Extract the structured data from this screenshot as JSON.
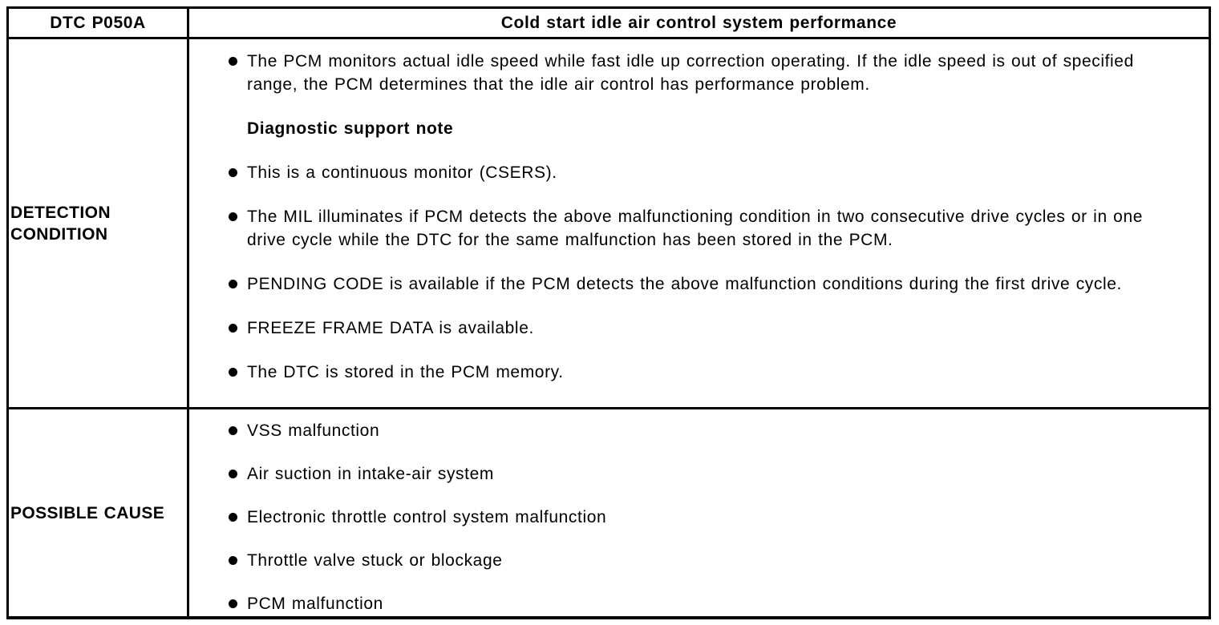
{
  "colors": {
    "ink": "#000000",
    "paper": "#ffffff"
  },
  "header": {
    "dtc_code": "DTC P050A",
    "title": "Cold start idle air control system performance"
  },
  "sections": {
    "detection": {
      "label": "DETECTION CONDITION",
      "items": [
        {
          "type": "bullet",
          "text": "The PCM monitors actual idle speed while fast idle up correction operating. If the idle speed is out of specified range, the PCM determines that the idle air control has performance problem."
        },
        {
          "type": "heading",
          "text": "Diagnostic support note"
        },
        {
          "type": "bullet",
          "text": "This is a continuous monitor (CSERS)."
        },
        {
          "type": "bullet",
          "text": "The MIL illuminates if PCM detects the above malfunctioning condition in two consecutive drive cycles or in one drive cycle while the DTC for the same malfunction has been stored in the PCM."
        },
        {
          "type": "bullet",
          "text": "PENDING CODE is available if the PCM detects the above malfunction conditions during the first drive cycle."
        },
        {
          "type": "bullet",
          "text": "FREEZE FRAME DATA is available."
        },
        {
          "type": "bullet",
          "text": "The DTC is stored in the PCM memory."
        }
      ]
    },
    "possible_cause": {
      "label": "POSSIBLE CAUSE",
      "items": [
        {
          "type": "bullet",
          "text": "VSS malfunction"
        },
        {
          "type": "bullet",
          "text": "Air suction in intake-air system"
        },
        {
          "type": "bullet",
          "text": "Electronic throttle control system malfunction"
        },
        {
          "type": "bullet",
          "text": "Throttle valve stuck or blockage"
        },
        {
          "type": "bullet",
          "text": "PCM malfunction"
        }
      ]
    }
  }
}
